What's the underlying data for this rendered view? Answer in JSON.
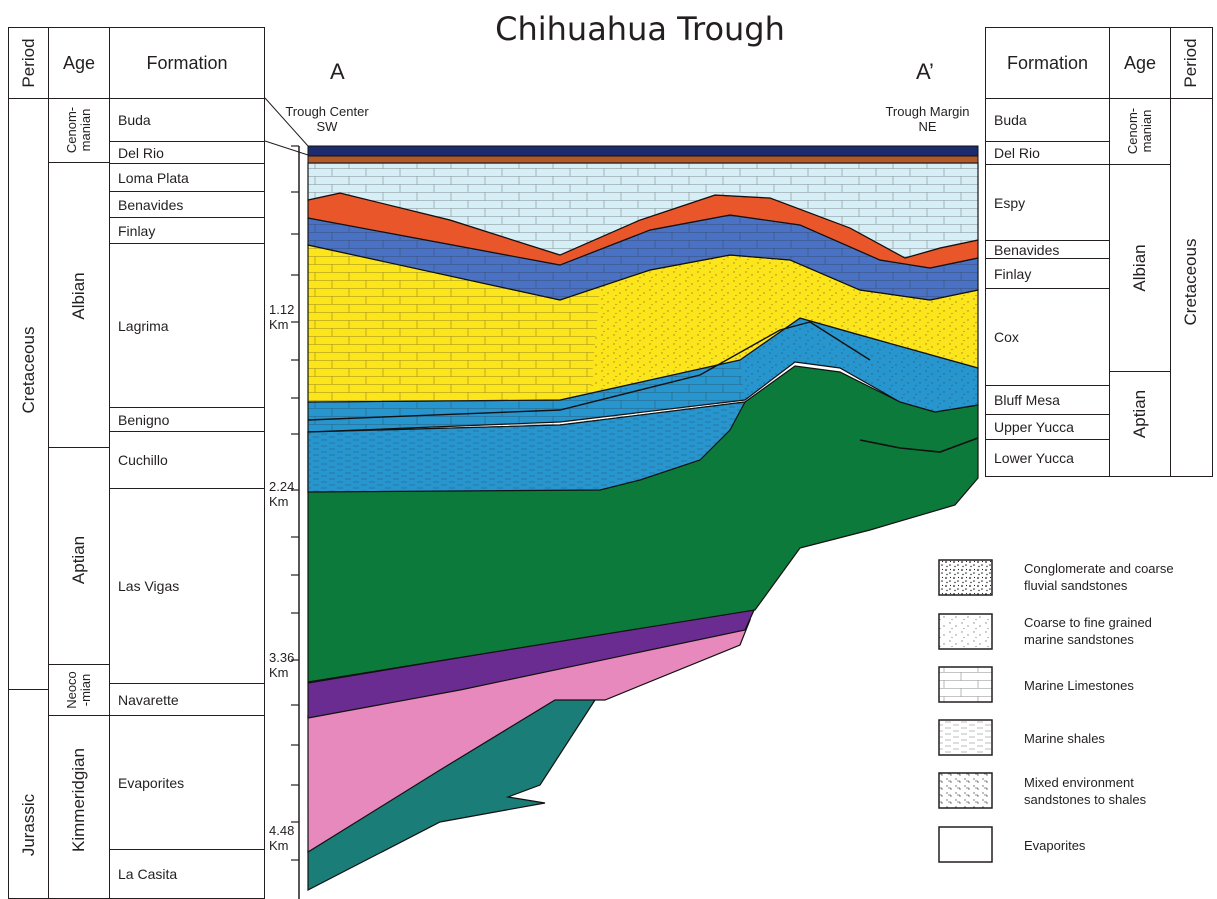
{
  "title": "Chihuahua Trough",
  "section": {
    "left_letter": "A",
    "right_letter": "A’",
    "left_site": [
      "Trough Center",
      "SW"
    ],
    "right_site": [
      "Trough Margin",
      "NE"
    ]
  },
  "left_table": {
    "headers": {
      "period": "Period",
      "age": "Age",
      "formation": "Formation"
    },
    "periods": [
      "Cretaceous",
      "Jurassic"
    ],
    "ages": [
      "Cenom-",
      "manian",
      "Albian",
      "Aptian",
      "Neoco",
      "-mian",
      "Kimmeridgian"
    ],
    "formations": [
      "Buda",
      "Del Rio",
      "Loma Plata",
      "Benavides",
      "Finlay",
      "Lagrima",
      "Benigno",
      "Cuchillo",
      "Las Vigas",
      "Navarette",
      "Evaporites",
      "La Casita"
    ]
  },
  "right_table": {
    "headers": {
      "formation": "Formation",
      "age": "Age",
      "period": "Period"
    },
    "formations": [
      "Buda",
      "Del Rio",
      "Espy",
      "Benavides",
      "Finlay",
      "Cox",
      "Bluff Mesa",
      "Upper Yucca",
      "Lower Yucca"
    ],
    "ages": [
      "Cenom-",
      "manian",
      "Albian",
      "Aptian"
    ],
    "period": "Cretaceous"
  },
  "depth_scale": [
    {
      "value": "1.12",
      "unit": "Km"
    },
    {
      "value": "2.24",
      "unit": "Km"
    },
    {
      "value": "3.36",
      "unit": "Km"
    },
    {
      "value": "4.48",
      "unit": "Km"
    }
  ],
  "legend": [
    {
      "pattern": "conglomerate",
      "lines": [
        "Conglomerate and coarse",
        "fluvial sandstones"
      ]
    },
    {
      "pattern": "coarse-sand",
      "lines": [
        "Coarse to fine grained",
        "marine sandstones"
      ]
    },
    {
      "pattern": "limestone",
      "lines": [
        "Marine Limestones"
      ]
    },
    {
      "pattern": "shale",
      "lines": [
        "Marine shales"
      ]
    },
    {
      "pattern": "mixed",
      "lines": [
        "Mixed environment",
        "sandstones to shales"
      ]
    },
    {
      "pattern": "evaporite",
      "lines": [
        "Evaporites"
      ]
    }
  ],
  "colors": {
    "buda": "#1c2a6e",
    "del_rio": "#b35a2a",
    "loma_plata": "#d6eef5",
    "benavides": "#e8562a",
    "finlay": "#4a72c4",
    "lagrima": "#fde51c",
    "cuchillo": "#2796cf",
    "las_vigas": "#0c7a3a",
    "navarette": "#6a2c91",
    "evaporites": "#e889bd",
    "la_casita": "#1a7d78"
  }
}
